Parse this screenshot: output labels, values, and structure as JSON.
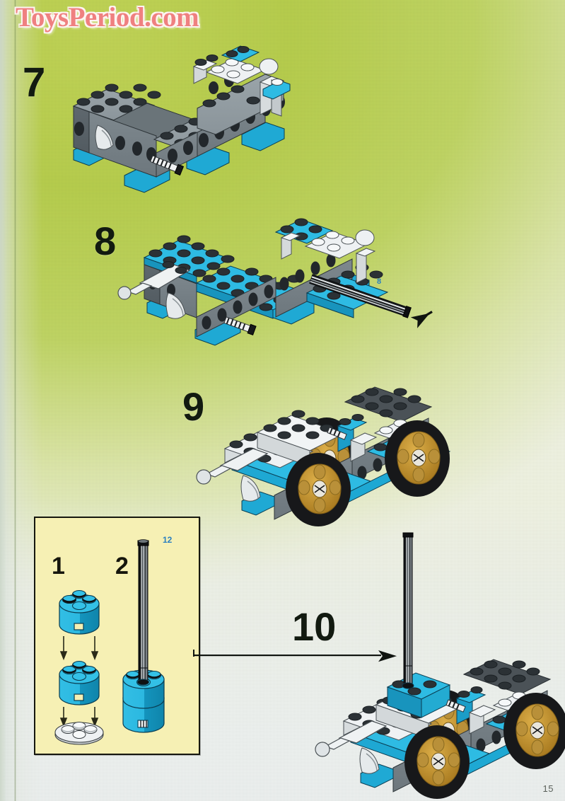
{
  "page": {
    "watermark": "ToysPeriod.com",
    "page_number": "15",
    "background_color": "#bad152",
    "background_color_bottom": "#eff3f2"
  },
  "steps": [
    {
      "id": "step-7",
      "number": "7",
      "description": "Grey technic beam chassis with cyan base plates and white bricks"
    },
    {
      "id": "step-8",
      "number": "8",
      "description": "Chassis with cyan top plates, white tow hook and long antenna rod inserted",
      "part_label": "8"
    },
    {
      "id": "step-9",
      "number": "9",
      "description": "Vehicle body with black tires and gold hubs attached"
    },
    {
      "id": "step-10",
      "number": "10",
      "description": "Vehicle with vertical antenna rod mounted on cyan base"
    }
  ],
  "inset": {
    "background_color": "#f6f0b4",
    "border_color": "#16170f",
    "substeps": [
      {
        "number": "1",
        "description": "Two cyan round bricks stacked onto a white round plate"
      },
      {
        "number": "2",
        "description": "Assembled cyan round brick stack with antenna rod"
      }
    ],
    "part_label": "12",
    "part_label_color": "#2a7fc0"
  },
  "colors": {
    "lego_cyan": "#28b7e0",
    "lego_grey": "#808a8f",
    "lego_dark_grey": "#3e4448",
    "lego_white": "#e9edef",
    "tire_black": "#17181a",
    "hub_gold": "#c2922f",
    "step_number": "#121a10",
    "watermark": "#ef8080"
  }
}
